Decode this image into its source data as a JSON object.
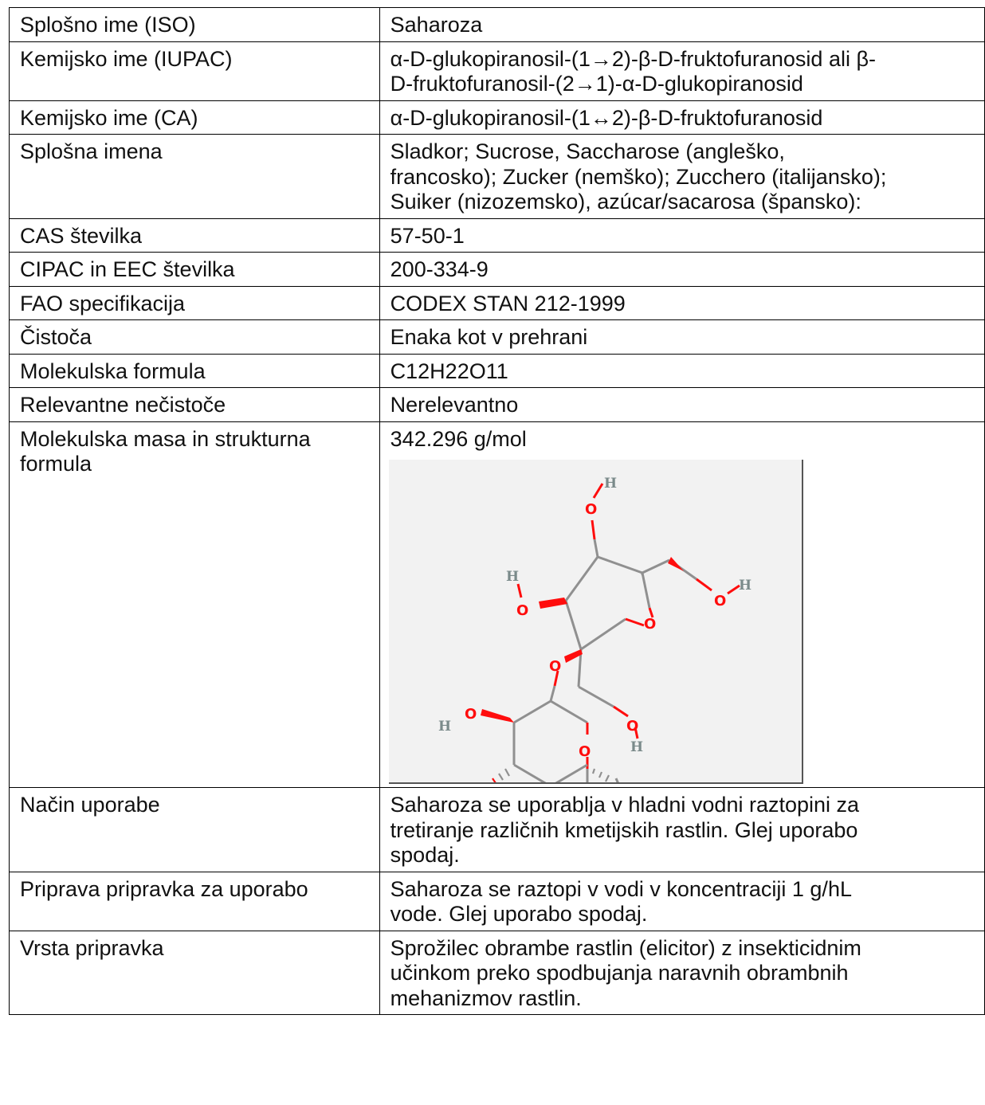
{
  "rows": [
    {
      "label": "Splošno ime (ISO)",
      "value": "Saharoza"
    },
    {
      "label": "Kemijsko ime (IUPAC)",
      "value": "α-D-glukopiranosil-(1→2)-β-D-fruktofuranosid ali β-\nD-fruktofuranosil-(2→1)-α-D-glukopiranosid"
    },
    {
      "label": "Kemijsko ime (CA)",
      "value": "α-D-glukopiranosil-(1↔2)-β-D-fruktofuranosid"
    },
    {
      "label": "Splošna imena",
      "value": "Sladkor; Sucrose, Saccharose (angleško,\nfrancosko); Zucker (nemško); Zucchero (italijansko);\nSuiker (nizozemsko), azúcar/sacarosa (špansko):"
    },
    {
      "label": "CAS številka",
      "value": "57-50-1"
    },
    {
      "label": "CIPAC in EEC številka",
      "value": "200-334-9"
    },
    {
      "label": "FAO specifikacija",
      "value": "CODEX STAN 212-1999"
    },
    {
      "label": "Čistoča",
      "value": "Enaka kot v prehrani"
    },
    {
      "label": "Molekulska formula",
      "value": "C12H22O11"
    },
    {
      "label": "Relevantne nečistoče",
      "value": "Nerelevantno"
    },
    {
      "label": "Molekulska masa in strukturna formula",
      "value": "342.296 g/mol"
    },
    {
      "label": "Način uporabe",
      "value": "Saharoza se uporablja v hladni vodni raztopini za\ntretiranje različnih kmetijskih rastlin.  Glej uporabo\nspodaj."
    },
    {
      "label": "Priprava pripravka za uporabo",
      "value": "Saharoza se raztopi v vodi v koncentraciji 1 g/hL\nvode. Glej uporabo spodaj."
    },
    {
      "label": "Vrsta pripravka",
      "value": "Sprožilec obrambe rastlin (elicitor) z insekticidnim\nučinkom preko spodbujanja naravnih obrambnih\nmehanizmov rastlin."
    }
  ],
  "structure": {
    "atom_o": "O",
    "atom_h": "H"
  }
}
